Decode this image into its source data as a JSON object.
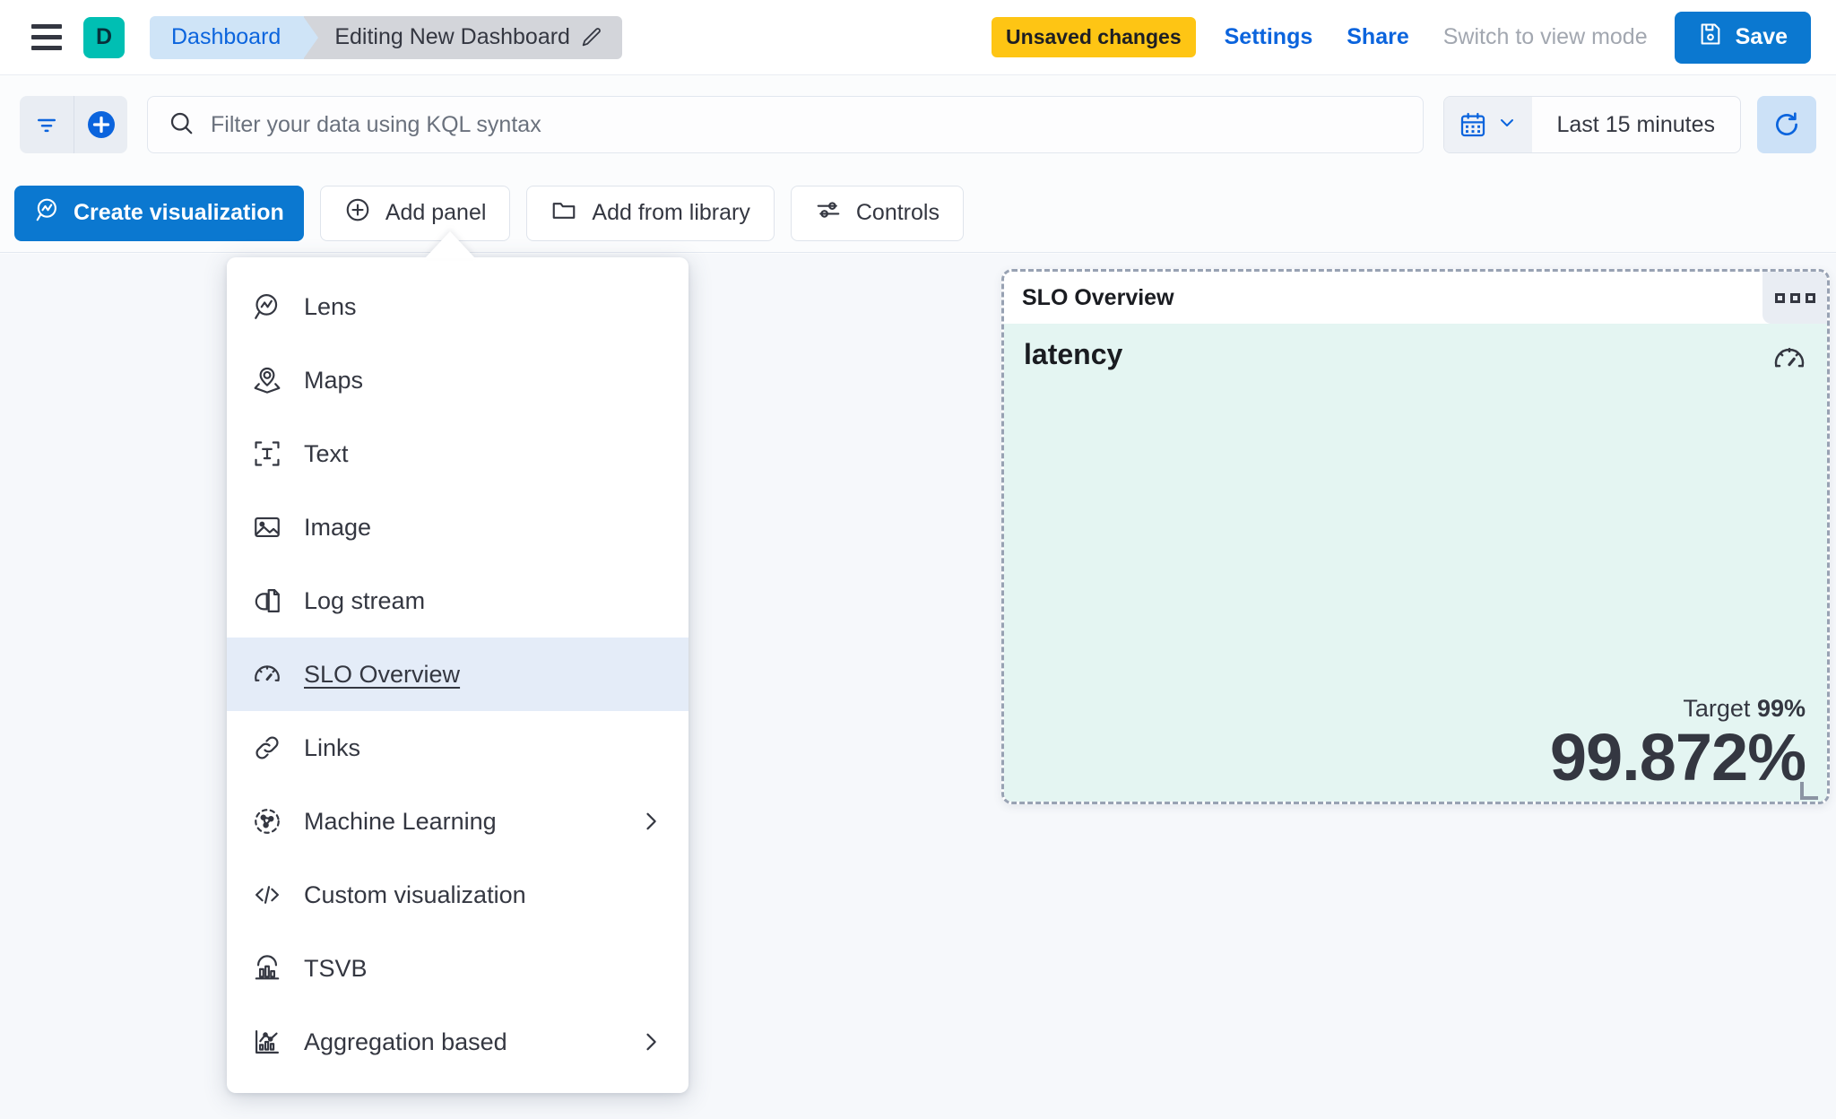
{
  "header": {
    "menu_icon": "hamburger-menu-icon",
    "space_avatar": "D",
    "breadcrumb_home": "Dashboard",
    "breadcrumb_current": "Editing New Dashboard",
    "edit_icon": "pencil-icon",
    "unsaved_badge": "Unsaved changes",
    "settings_link": "Settings",
    "share_link": "Share",
    "view_mode_link": "Switch to view mode",
    "save_label": "Save",
    "save_icon": "floppy-disk-icon",
    "accent_blue": "#0b78d0",
    "badge_yellow": "#fec514",
    "space_teal": "#00BFB3"
  },
  "querybar": {
    "filter_icon": "filter-icon",
    "add_filter_icon": "circle-plus-icon",
    "search_icon": "search-icon",
    "kql_value": "",
    "kql_placeholder": "Filter your data using KQL syntax",
    "calendar_icon": "calendar-icon",
    "chevron_icon": "chevron-down-icon",
    "date_range": "Last 15 minutes",
    "refresh_icon": "refresh-icon"
  },
  "toolbar": {
    "create_visualization": "Create visualization",
    "add_panel": "Add panel",
    "add_from_library": "Add from library",
    "controls": "Controls"
  },
  "add_panel_menu": {
    "highlight_color": "#e4ecf8",
    "items": [
      {
        "label": "Lens",
        "icon": "lens-icon",
        "has_submenu": false,
        "selected": false
      },
      {
        "label": "Maps",
        "icon": "map-pin-icon",
        "has_submenu": false,
        "selected": false
      },
      {
        "label": "Text",
        "icon": "text-box-icon",
        "has_submenu": false,
        "selected": false
      },
      {
        "label": "Image",
        "icon": "image-icon",
        "has_submenu": false,
        "selected": false
      },
      {
        "label": "Log stream",
        "icon": "log-stream-icon",
        "has_submenu": false,
        "selected": false
      },
      {
        "label": "SLO Overview",
        "icon": "gauge-icon",
        "has_submenu": false,
        "selected": true
      },
      {
        "label": "Links",
        "icon": "link-icon",
        "has_submenu": false,
        "selected": false
      },
      {
        "label": "Machine Learning",
        "icon": "ml-nodes-icon",
        "has_submenu": true,
        "selected": false
      },
      {
        "label": "Custom visualization",
        "icon": "code-icon",
        "has_submenu": false,
        "selected": false
      },
      {
        "label": "TSVB",
        "icon": "tsvb-icon",
        "has_submenu": false,
        "selected": false
      },
      {
        "label": "Aggregation based",
        "icon": "agg-chart-icon",
        "has_submenu": true,
        "selected": false
      }
    ]
  },
  "slo_panel": {
    "title": "SLO Overview",
    "context_menu_icon": "panel-context-menu-icon",
    "metric_name": "latency",
    "gauge_icon": "gauge-icon",
    "target_label": "Target",
    "target_value": "99%",
    "sli_value": "99.872%",
    "body_background": "#e4f5f2",
    "resize_handle": "resize-handle-icon"
  }
}
